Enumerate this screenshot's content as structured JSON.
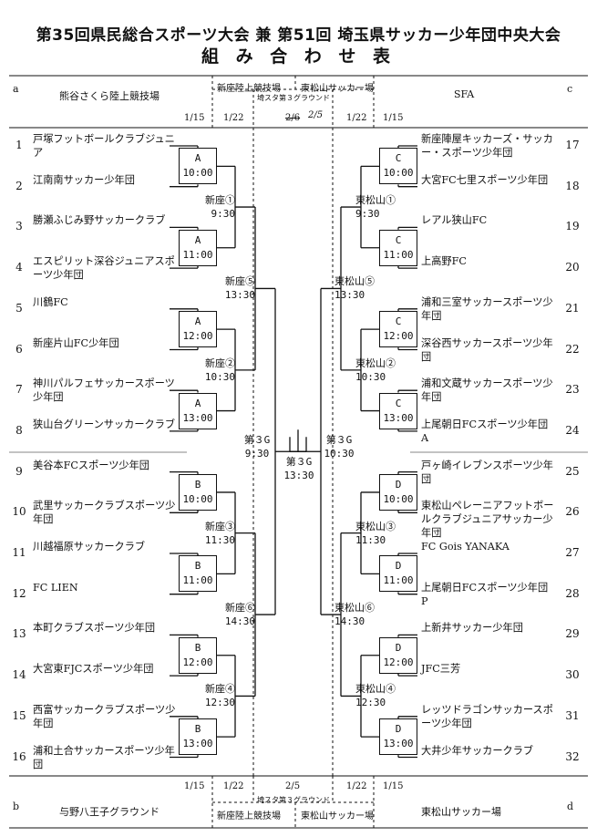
{
  "header": {
    "title": "第35回県民総合スポーツ大会 兼 第51回 埼玉県サッカー少年団中央大会",
    "subtitle": "組 み 合 わ せ 表"
  },
  "top": {
    "corner_left": "a",
    "corner_right": "c",
    "venue_left": "熊谷さくら陸上競技場",
    "venue_center_left": "新座陸上競技場",
    "venue_center_right": "東松山サッカー場",
    "venue_center_sub": "埼スタ第３グラウンド",
    "venue_right": "SFA",
    "date_l1": "1/15",
    "date_l2": "1/22",
    "date_center": "2/6",
    "date_center_fix": "2/5",
    "date_r2": "1/22",
    "date_r1": "1/15"
  },
  "bottom": {
    "corner_left": "b",
    "corner_right": "d",
    "venue_left": "与野八王子グラウンド",
    "venue_center_left": "新座陸上競技場",
    "venue_center_right": "東松山サッカー場",
    "venue_center_sub": "埼スタ第３グラウンド",
    "venue_right": "東松山サッカー場",
    "date_l1": "1/15",
    "date_l2": "1/22",
    "date_center": "2/5",
    "date_r2": "1/22",
    "date_r1": "1/15"
  },
  "left_teams": [
    {
      "no": "1",
      "name": "戸塚フットボールクラブジュニア"
    },
    {
      "no": "2",
      "name": "江南南サッカー少年団"
    },
    {
      "no": "3",
      "name": "勝瀬ふじみ野サッカークラブ"
    },
    {
      "no": "4",
      "name": "エスピリット深谷ジュニアスポーツ少年団"
    },
    {
      "no": "5",
      "name": "川鶴FC"
    },
    {
      "no": "6",
      "name": "新座片山FC少年団"
    },
    {
      "no": "7",
      "name": "神川パルフェサッカースポーツ少年団"
    },
    {
      "no": "8",
      "name": "狭山台グリーンサッカークラブ"
    },
    {
      "no": "9",
      "name": "美谷本FCスポーツ少年団"
    },
    {
      "no": "10",
      "name": "武里サッカークラブスポーツ少年団"
    },
    {
      "no": "11",
      "name": "川越福原サッカークラブ"
    },
    {
      "no": "12",
      "name": "FC LIEN"
    },
    {
      "no": "13",
      "name": "本町クラブスポーツ少年団"
    },
    {
      "no": "14",
      "name": "大宮東FJCスポーツ少年団"
    },
    {
      "no": "15",
      "name": "西富サッカークラブスポーツ少年団"
    },
    {
      "no": "16",
      "name": "浦和土合サッカースポーツ少年団"
    }
  ],
  "right_teams": [
    {
      "no": "17",
      "name": "新座陣屋キッカーズ・サッカー・スポーツ少年団"
    },
    {
      "no": "18",
      "name": "大宮FC七里スポーツ少年団"
    },
    {
      "no": "19",
      "name": "レアル狭山FC"
    },
    {
      "no": "20",
      "name": "上高野FC"
    },
    {
      "no": "21",
      "name": "浦和三室サッカースポーツ少年団"
    },
    {
      "no": "22",
      "name": "深谷西サッカースポーツ少年団"
    },
    {
      "no": "23",
      "name": "浦和文蔵サッカースポーツ少年団"
    },
    {
      "no": "24",
      "name": "上尾朝日FCスポーツ少年団 A"
    },
    {
      "no": "25",
      "name": "戸ヶ崎イレブンスポーツ少年団"
    },
    {
      "no": "26",
      "name": "東松山ペレーニアフットボールクラブジュニアサッカー少年団"
    },
    {
      "no": "27",
      "name": "FC Gois YANAKA"
    },
    {
      "no": "28",
      "name": "上尾朝日FCスポーツ少年団 P"
    },
    {
      "no": "29",
      "name": "上新井サッカー少年団"
    },
    {
      "no": "30",
      "name": "JFC三芳"
    },
    {
      "no": "31",
      "name": "レッツドラゴンサッカースポーツ少年団"
    },
    {
      "no": "32",
      "name": "大井少年サッカークラブ"
    }
  ],
  "left_r1": [
    {
      "field": "A",
      "time": "10:00"
    },
    {
      "field": "A",
      "time": "11:00"
    },
    {
      "field": "A",
      "time": "12:00"
    },
    {
      "field": "A",
      "time": "13:00"
    },
    {
      "field": "B",
      "time": "10:00"
    },
    {
      "field": "B",
      "time": "11:00"
    },
    {
      "field": "B",
      "time": "12:00"
    },
    {
      "field": "B",
      "time": "13:00"
    }
  ],
  "right_r1": [
    {
      "field": "C",
      "time": "10:00"
    },
    {
      "field": "C",
      "time": "11:00"
    },
    {
      "field": "C",
      "time": "12:00"
    },
    {
      "field": "C",
      "time": "13:00"
    },
    {
      "field": "D",
      "time": "10:00"
    },
    {
      "field": "D",
      "time": "11:00"
    },
    {
      "field": "D",
      "time": "12:00"
    },
    {
      "field": "D",
      "time": "13:00"
    }
  ],
  "left_r2": [
    {
      "name": "新座①",
      "time": "9:30"
    },
    {
      "name": "新座②",
      "time": "10:30"
    },
    {
      "name": "新座③",
      "time": "11:30"
    },
    {
      "name": "新座④",
      "time": "12:30"
    }
  ],
  "right_r2": [
    {
      "name": "東松山①",
      "time": "9:30"
    },
    {
      "name": "東松山②",
      "time": "10:30"
    },
    {
      "name": "東松山③",
      "time": "11:30"
    },
    {
      "name": "東松山④",
      "time": "12:30"
    }
  ],
  "left_r3": [
    {
      "name": "新座⑤",
      "time": "13:30"
    },
    {
      "name": "新座⑥",
      "time": "14:30"
    }
  ],
  "right_r3": [
    {
      "name": "東松山⑤",
      "time": "13:30"
    },
    {
      "name": "東松山⑥",
      "time": "14:30"
    }
  ],
  "semi_left": {
    "name": "第３G",
    "time": "9:30"
  },
  "semi_right": {
    "name": "第３G",
    "time": "10:30"
  },
  "final": {
    "name": "第３G",
    "time": "13:30"
  }
}
